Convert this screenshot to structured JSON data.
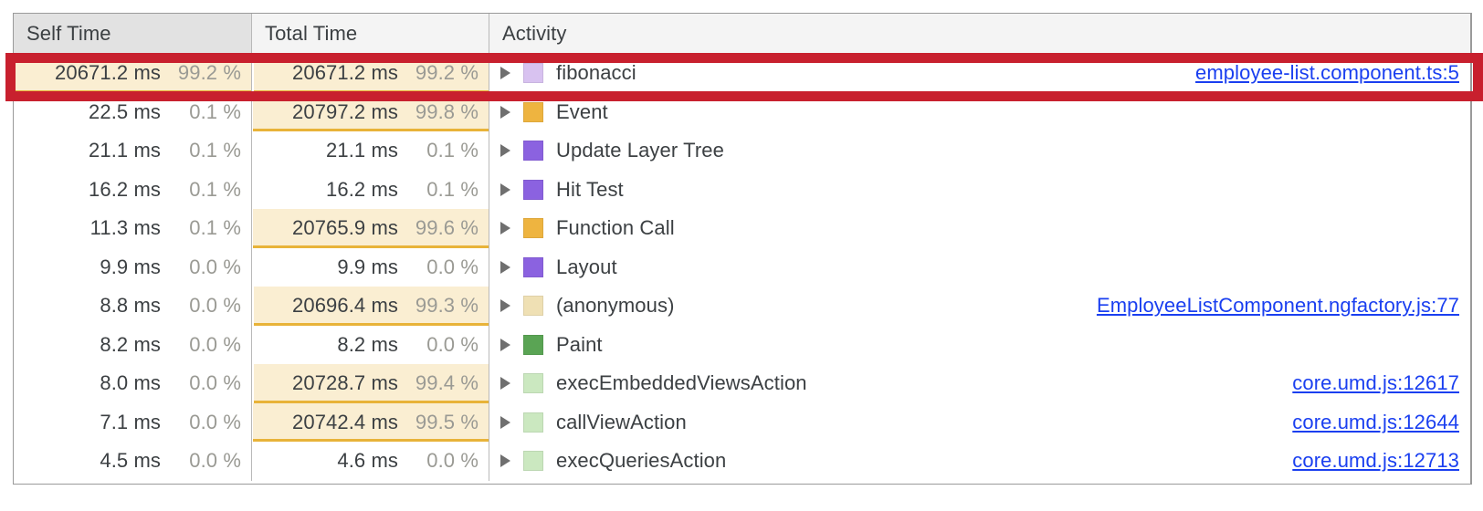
{
  "panel": {
    "name": "bottom-up-call-tree",
    "columns": [
      {
        "key": "self_time",
        "label": "Self Time",
        "sorted": true
      },
      {
        "key": "total_time",
        "label": "Total Time",
        "sorted": false
      },
      {
        "key": "activity",
        "label": "Activity",
        "sorted": false
      }
    ]
  },
  "colors": {
    "highlight_fill": "#faeed2",
    "highlight_bar": "#e8b339",
    "link": "#1a3ff0",
    "annotation": "#c8202e",
    "text": "#3c4043",
    "muted_text": "#9a9a94"
  },
  "annotation": {
    "name": "red-highlight-rectangle",
    "target_row_index": 0
  },
  "rows": [
    {
      "self_time": "20671.2 ms",
      "self_pct": "99.2 %",
      "self_fill": 99.2,
      "total_time": "20671.2 ms",
      "total_pct": "99.2 %",
      "total_fill": 99.2,
      "activity": "fibonacci",
      "swatch": "#d8c2f0",
      "link": "employee-list.component.ts:5",
      "highlighted": true
    },
    {
      "self_time": "22.5 ms",
      "self_pct": "0.1 %",
      "self_fill": 0.1,
      "total_time": "20797.2 ms",
      "total_pct": "99.8 %",
      "total_fill": 99.8,
      "activity": "Event",
      "swatch": "#eeb440",
      "link": "",
      "highlighted": false
    },
    {
      "self_time": "21.1 ms",
      "self_pct": "0.1 %",
      "self_fill": 0.1,
      "total_time": "21.1 ms",
      "total_pct": "0.1 %",
      "total_fill": 0.1,
      "activity": "Update Layer Tree",
      "swatch": "#8b62e0",
      "link": "",
      "highlighted": false
    },
    {
      "self_time": "16.2 ms",
      "self_pct": "0.1 %",
      "self_fill": 0.1,
      "total_time": "16.2 ms",
      "total_pct": "0.1 %",
      "total_fill": 0.1,
      "activity": "Hit Test",
      "swatch": "#8b62e0",
      "link": "",
      "highlighted": false
    },
    {
      "self_time": "11.3 ms",
      "self_pct": "0.1 %",
      "self_fill": 0.1,
      "total_time": "20765.9 ms",
      "total_pct": "99.6 %",
      "total_fill": 99.6,
      "activity": "Function Call",
      "swatch": "#eeb440",
      "link": "",
      "highlighted": false
    },
    {
      "self_time": "9.9 ms",
      "self_pct": "0.0 %",
      "self_fill": 0.0,
      "total_time": "9.9 ms",
      "total_pct": "0.0 %",
      "total_fill": 0.0,
      "activity": "Layout",
      "swatch": "#8b62e0",
      "link": "",
      "highlighted": false
    },
    {
      "self_time": "8.8 ms",
      "self_pct": "0.0 %",
      "self_fill": 0.0,
      "total_time": "20696.4 ms",
      "total_pct": "99.3 %",
      "total_fill": 99.3,
      "activity": "(anonymous)",
      "swatch": "#efe0b4",
      "link": "EmployeeListComponent.ngfactory.js:77",
      "highlighted": false
    },
    {
      "self_time": "8.2 ms",
      "self_pct": "0.0 %",
      "self_fill": 0.0,
      "total_time": "8.2 ms",
      "total_pct": "0.0 %",
      "total_fill": 0.0,
      "activity": "Paint",
      "swatch": "#5aa454",
      "link": "",
      "highlighted": false
    },
    {
      "self_time": "8.0 ms",
      "self_pct": "0.0 %",
      "self_fill": 0.0,
      "total_time": "20728.7 ms",
      "total_pct": "99.4 %",
      "total_fill": 99.4,
      "activity": "execEmbeddedViewsAction",
      "swatch": "#cbe8c0",
      "link": "core.umd.js:12617",
      "highlighted": false
    },
    {
      "self_time": "7.1 ms",
      "self_pct": "0.0 %",
      "self_fill": 0.0,
      "total_time": "20742.4 ms",
      "total_pct": "99.5 %",
      "total_fill": 99.5,
      "activity": "callViewAction",
      "swatch": "#cbe8c0",
      "link": "core.umd.js:12644",
      "highlighted": false
    },
    {
      "self_time": "4.5 ms",
      "self_pct": "0.0 %",
      "self_fill": 0.0,
      "total_time": "4.6 ms",
      "total_pct": "0.0 %",
      "total_fill": 0.0,
      "activity": "execQueriesAction",
      "swatch": "#cbe8c0",
      "link": "core.umd.js:12713",
      "highlighted": false
    }
  ]
}
